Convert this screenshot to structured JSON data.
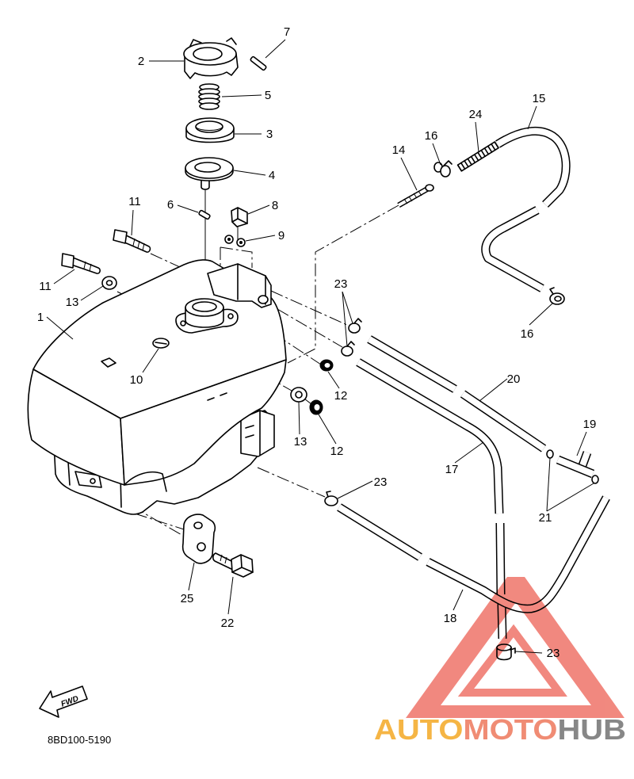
{
  "diagram": {
    "callouts": [
      "7",
      "2",
      "5",
      "3",
      "4",
      "6",
      "8",
      "11",
      "9",
      "14",
      "16",
      "24",
      "15",
      "16",
      "11",
      "13",
      "1",
      "23",
      "10",
      "12",
      "13",
      "12",
      "20",
      "19",
      "17",
      "23",
      "21",
      "25",
      "22",
      "18",
      "23"
    ],
    "part_code": "8BD100-5190",
    "fwd_label": "FWD"
  },
  "watermark": {
    "segments": [
      {
        "text": "AUTO",
        "color": "#f5b545"
      },
      {
        "text": "MOTO",
        "color": "#f08c74"
      },
      {
        "text": "HUB",
        "color": "#878787"
      }
    ],
    "triangle_color": "#ee6b5f"
  }
}
